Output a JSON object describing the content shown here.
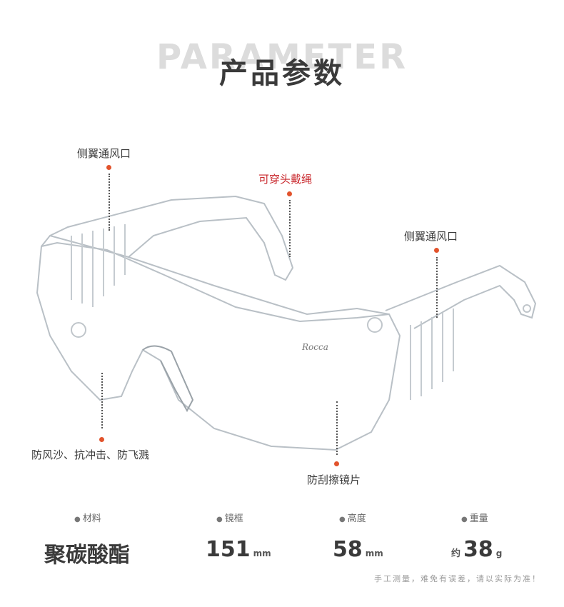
{
  "header": {
    "bg_title": "PARAMETER",
    "title": "产品参数"
  },
  "callouts": {
    "side_vent_left": "侧翼通风口",
    "headband_slot": "可穿头戴绳",
    "side_vent_right": "侧翼通风口",
    "protection": "防风沙、抗冲击、防飞溅",
    "anti_scratch": "防刮擦镜片"
  },
  "product": {
    "logo_text": "Rocca"
  },
  "specs": [
    {
      "label": "材料",
      "value": "聚碳酸酯",
      "unit": "",
      "prefix": ""
    },
    {
      "label": "镜框",
      "value": "151",
      "unit": "mm",
      "prefix": ""
    },
    {
      "label": "高度",
      "value": "58",
      "unit": "mm",
      "prefix": ""
    },
    {
      "label": "重量",
      "value": "38",
      "unit": "g",
      "prefix": "约"
    }
  ],
  "note": "手工测量，难免有误差，请以实际为准！",
  "colors": {
    "accent_dot": "#e2532c",
    "highlight_text": "#c9282d",
    "title": "#3a3a3a"
  }
}
